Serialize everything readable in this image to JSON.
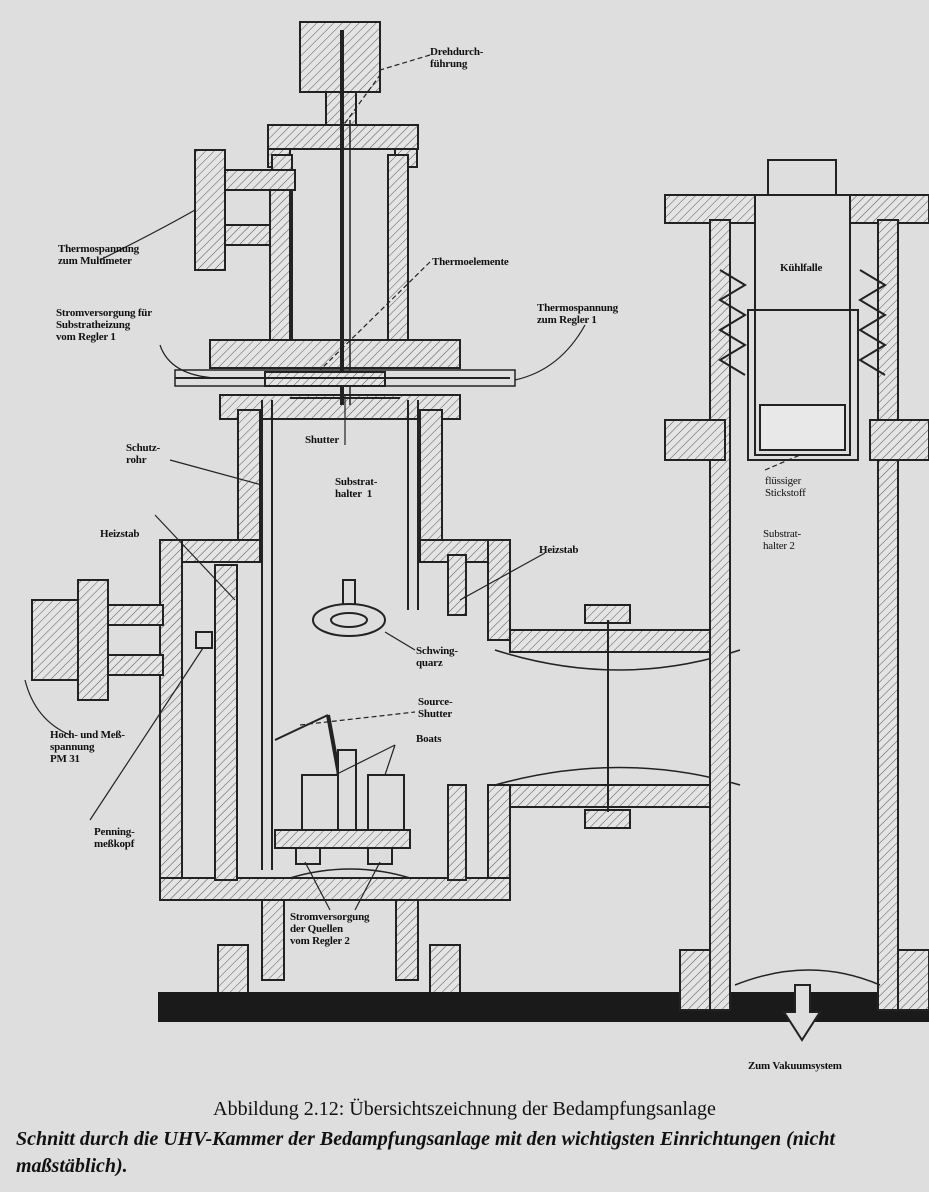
{
  "labels": {
    "drehdurchfuehrung": "Drehdurch-\nführung",
    "thermo_multimeter": "Thermospannung\nzum Multimeter",
    "thermoelemente": "Thermoelemente",
    "stromversorgung_substrat": "Stromversorgung für\nSubstratheizung\nvom Regler 1",
    "thermo_regler": "Thermospannung\nzum Regler 1",
    "kuehlfalle": "Kühlfalle",
    "shutter": "Shutter",
    "schutzrohr": "Schutz-\nrohr",
    "substrathalter1": "Substrat-\nhalter  1",
    "fluessiger_stickstoff": "flüssiger\nStickstoff",
    "substrathalter2": "Substrat-\nhalter 2",
    "heizstab_left": "Heizstab",
    "heizstab_right": "Heizstab",
    "schwingquarz": "Schwing-\nquarz",
    "source_shutter": "Source-\nShutter",
    "boats": "Boats",
    "hochspannung": "Hoch- und Meß-\nspannung\nPM 31",
    "penning": "Penning-\nmeßkopf",
    "stromversorgung_quellen": "Stromversorgung\nder Quellen\nvom Regler 2",
    "vakuum": "Zum Vakuumsystem"
  },
  "caption": {
    "title": "Abbildung 2.12: Übersichtszeichnung der Bedampfungsanlage",
    "description": "Schnitt durch die UHV-Kammer der Bedampfungsanlage mit den wichtigsten Einrichtungen (nicht maßstäblich)."
  }
}
